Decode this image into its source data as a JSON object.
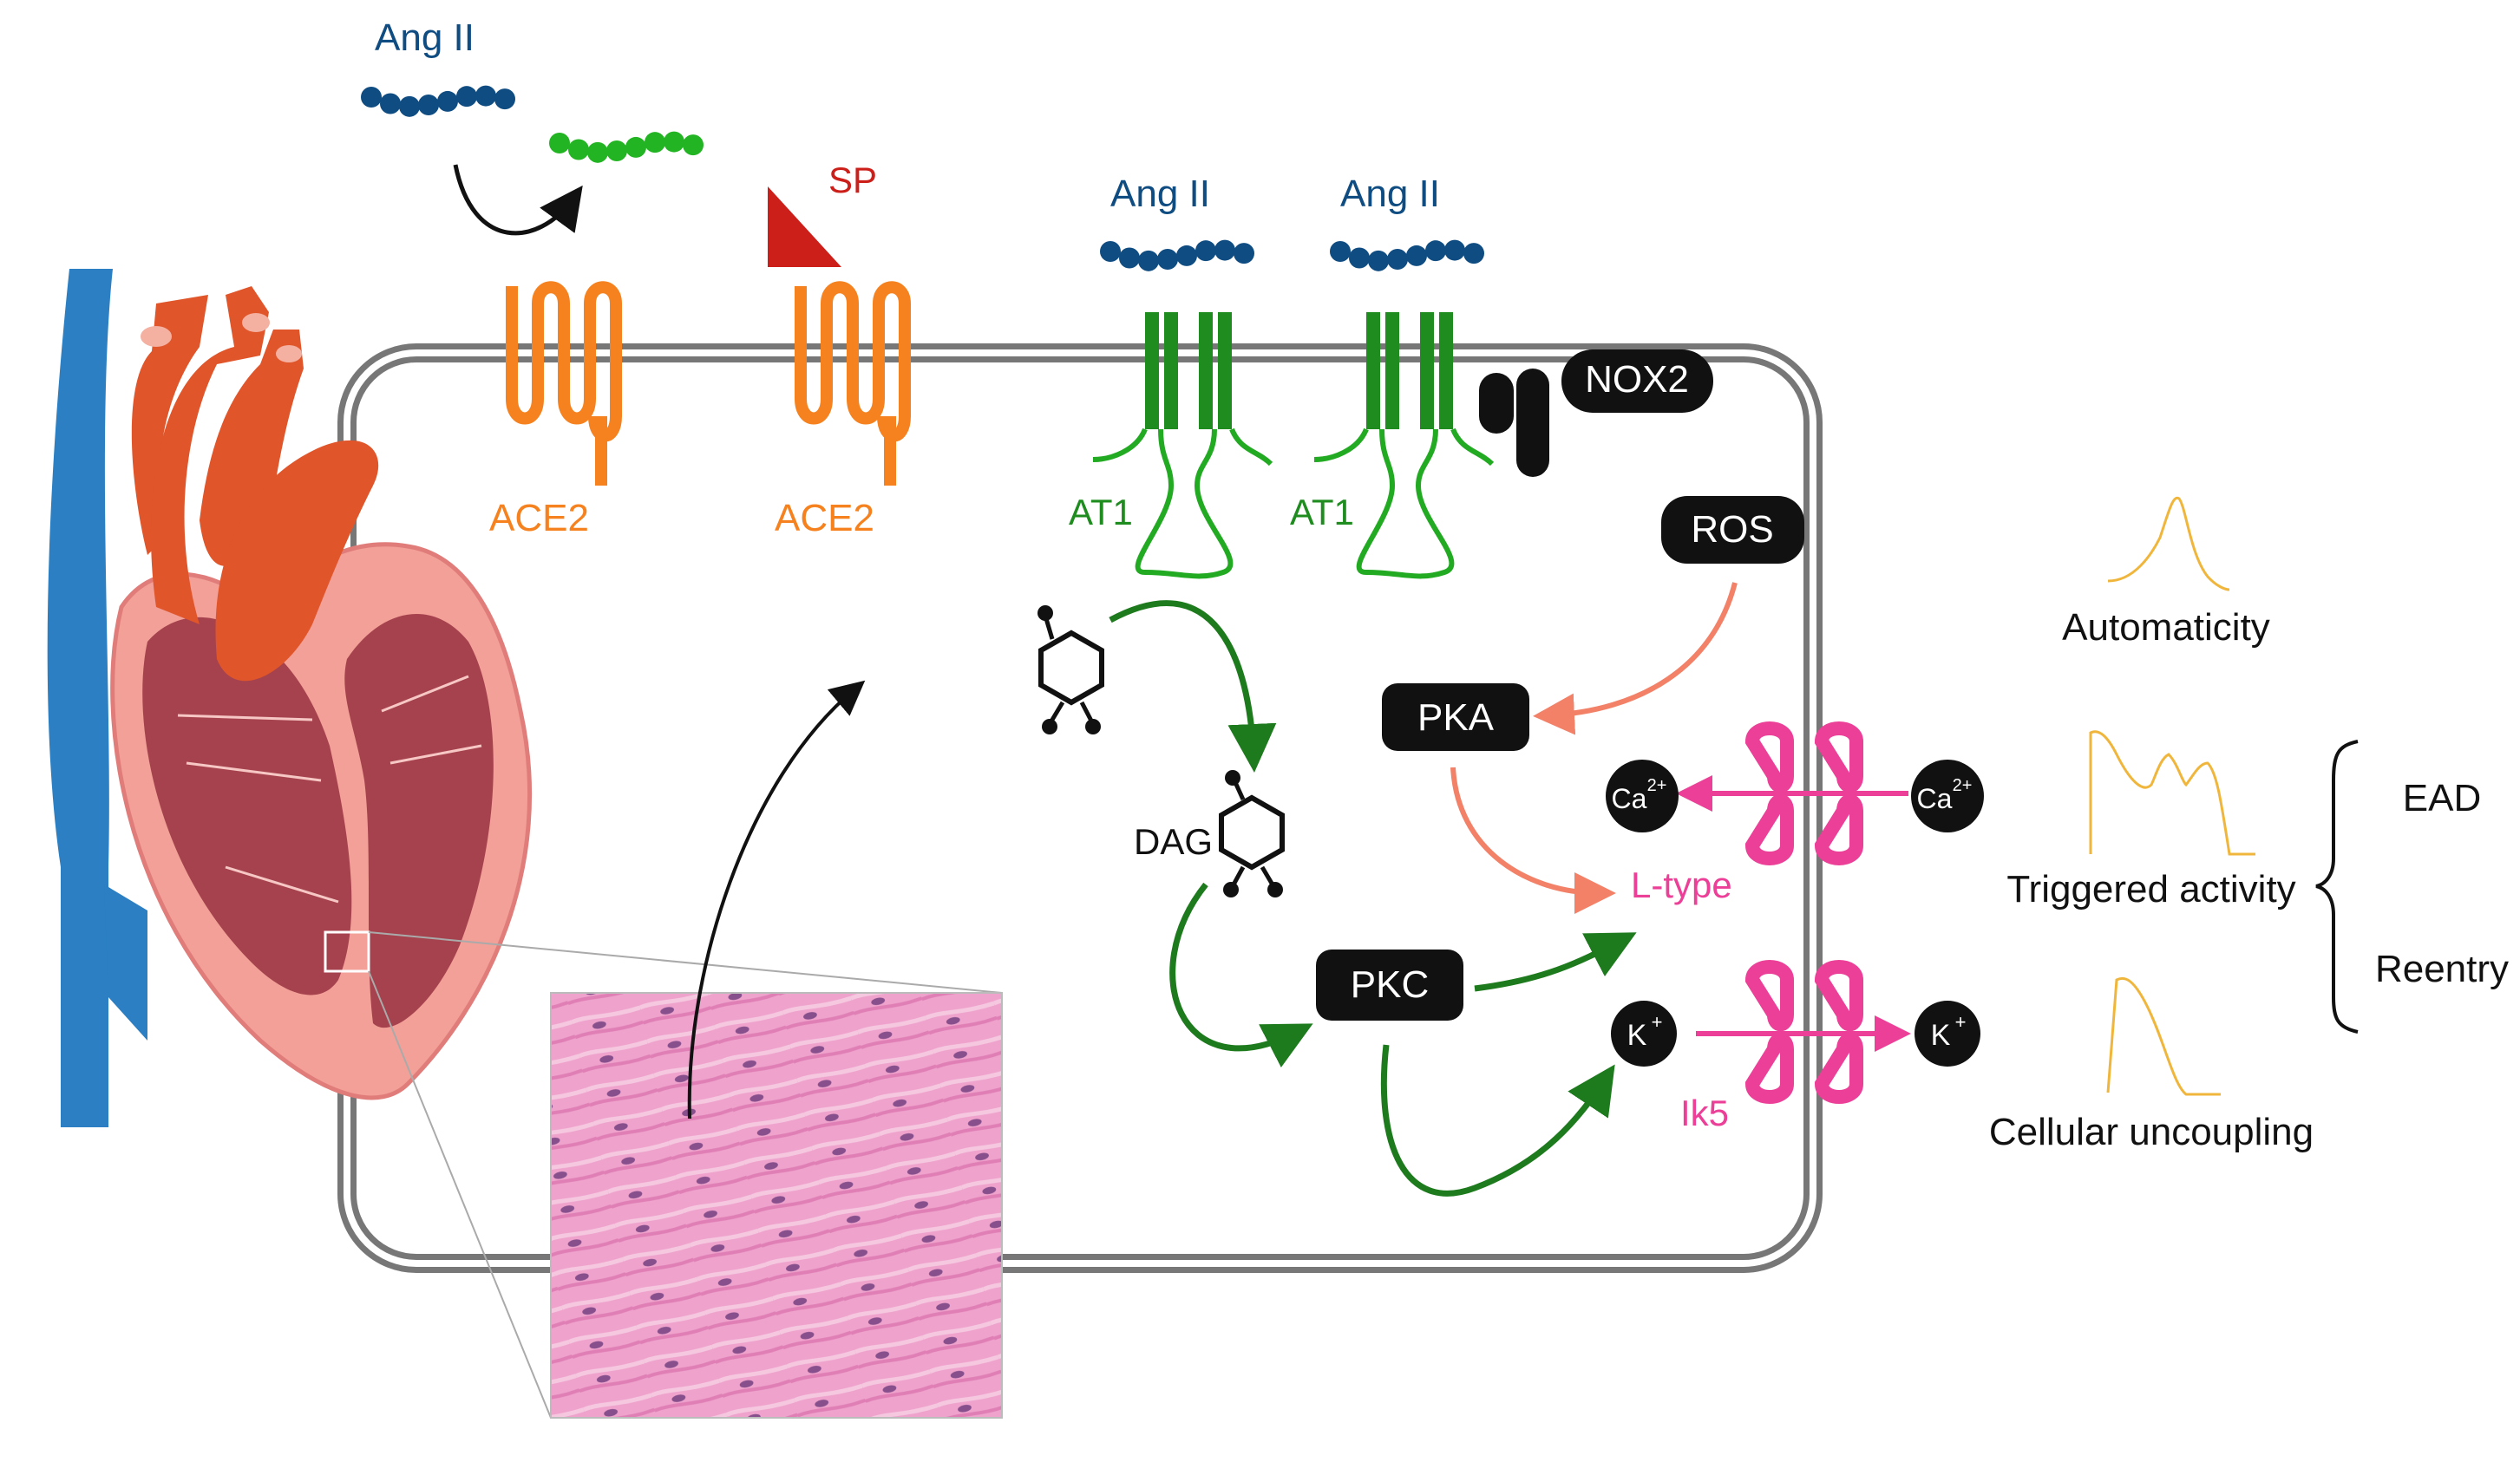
{
  "labels": {
    "ang_ii_top": "Ang II",
    "sp": "SP",
    "ace2_1": "ACE2",
    "ace2_2": "ACE2",
    "ang_ii_1": "Ang II",
    "ang_ii_2": "Ang II",
    "at1_1": "AT1",
    "at1_2": "AT1",
    "nox2": "NOX2",
    "ros": "ROS",
    "pka": "PKA",
    "pkc": "PKC",
    "dag": "DAG",
    "ca_in": "Ca",
    "ca_in_sup": "2+",
    "ca_out": "Ca",
    "ca_out_sup": "2+",
    "k_in": "K",
    "k_in_sup": "+",
    "k_out": "K",
    "k_out_sup": "+",
    "l_type": "L-type",
    "ik5": "Ik5",
    "automaticity": "Automaticity",
    "triggered_activity": "Triggered activity",
    "cellular_uncoupling": "Cellular uncoupling",
    "ead": "EAD",
    "reentry": "Reentry"
  },
  "colors": {
    "ang_ii": "#0f4c81",
    "ang_ii_cleaved": "#22b422",
    "ace2": "#f5821f",
    "spike": "#cc1f1a",
    "at1": "#1e8c1e",
    "green_arrow": "#1d7a1d",
    "salmon_arrow": "#f28168",
    "channel": "#ec3f97",
    "ap_trace": "#f0b63c",
    "membrane": "#777777",
    "heart_red": "#e0552a",
    "heart_pink": "#f2a098",
    "heart_dark": "#a5424d",
    "vessel_blue": "#2b7fc2",
    "tissue_pink": "#e992c2"
  }
}
